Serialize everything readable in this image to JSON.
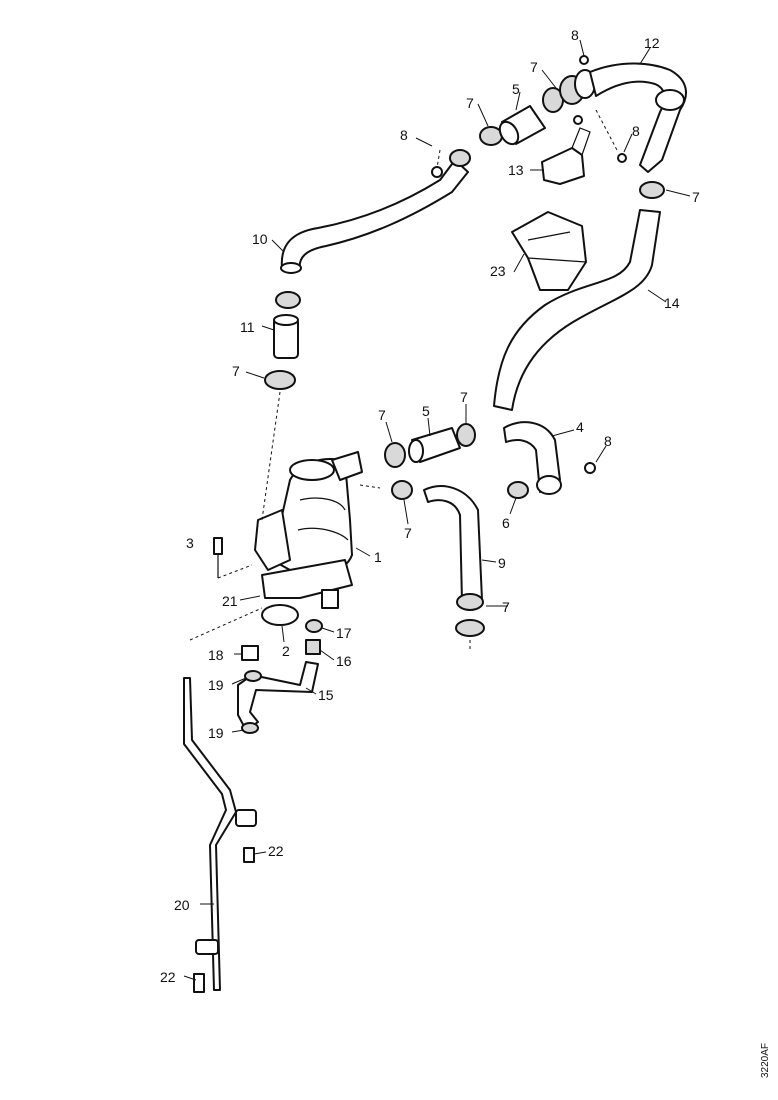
{
  "callouts": [
    {
      "id": "c-8a",
      "text": "8"
    },
    {
      "id": "c-12",
      "text": "12"
    },
    {
      "id": "c-7a",
      "text": "7"
    },
    {
      "id": "c-5a",
      "text": "5"
    },
    {
      "id": "c-7b",
      "text": "7"
    },
    {
      "id": "c-8b",
      "text": "8"
    },
    {
      "id": "c-8c",
      "text": "8"
    },
    {
      "id": "c-13",
      "text": "13"
    },
    {
      "id": "c-7c",
      "text": "7"
    },
    {
      "id": "c-10",
      "text": "10"
    },
    {
      "id": "c-23",
      "text": "23"
    },
    {
      "id": "c-14",
      "text": "14"
    },
    {
      "id": "c-11",
      "text": "11"
    },
    {
      "id": "c-7d",
      "text": "7"
    },
    {
      "id": "c-7e",
      "text": "7"
    },
    {
      "id": "c-5b",
      "text": "5"
    },
    {
      "id": "c-7f",
      "text": "7"
    },
    {
      "id": "c-4",
      "text": "4"
    },
    {
      "id": "c-8d",
      "text": "8"
    },
    {
      "id": "c-3",
      "text": "3"
    },
    {
      "id": "c-1",
      "text": "1"
    },
    {
      "id": "c-7g",
      "text": "7"
    },
    {
      "id": "c-6",
      "text": "6"
    },
    {
      "id": "c-9",
      "text": "9"
    },
    {
      "id": "c-21",
      "text": "21"
    },
    {
      "id": "c-7h",
      "text": "7"
    },
    {
      "id": "c-17",
      "text": "17"
    },
    {
      "id": "c-2",
      "text": "2"
    },
    {
      "id": "c-18",
      "text": "18"
    },
    {
      "id": "c-16",
      "text": "16"
    },
    {
      "id": "c-19a",
      "text": "19"
    },
    {
      "id": "c-15",
      "text": "15"
    },
    {
      "id": "c-19b",
      "text": "19"
    },
    {
      "id": "c-22a",
      "text": "22"
    },
    {
      "id": "c-20",
      "text": "20"
    },
    {
      "id": "c-22b",
      "text": "22"
    }
  ],
  "reference_code": "3220AF"
}
